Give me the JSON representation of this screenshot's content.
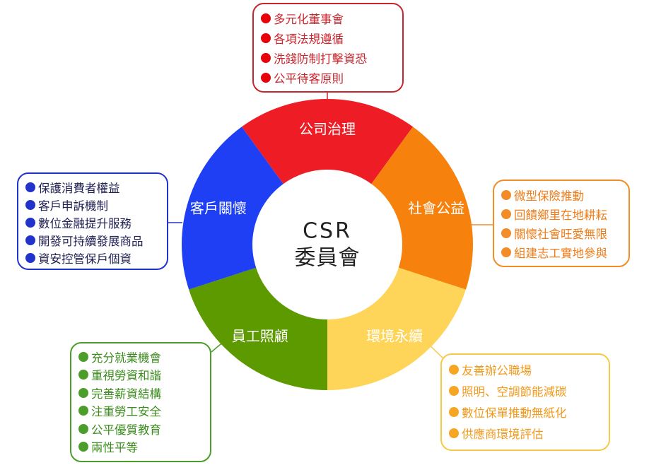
{
  "diagram": {
    "center": {
      "line1": "CSR",
      "line2": "委員會"
    },
    "segments": [
      {
        "key": "governance",
        "label": "公司治理",
        "color": "#ee1c25"
      },
      {
        "key": "community",
        "label": "社會公益",
        "color": "#f6820d"
      },
      {
        "key": "environment",
        "label": "環境永續",
        "color": "#fed558"
      },
      {
        "key": "employee",
        "label": "員工照顧",
        "color": "#5c9a00"
      },
      {
        "key": "customer",
        "label": "客戶關懷",
        "color": "#1f3ff5"
      }
    ],
    "boxes": {
      "governance": {
        "items": [
          "多元化董事會",
          "各項法規遵循",
          "洗錢防制打擊資恐",
          "公平待客原則"
        ]
      },
      "customer": {
        "items": [
          "保護消費者權益",
          "客戶申訴機制",
          "數位金融提升服務",
          "開發可持續發展商品",
          "資安控管保戶個資"
        ]
      },
      "community": {
        "items": [
          "微型保險推動",
          "回饋鄉里在地耕耘",
          "關懷社會旺愛無限",
          "組建志工實地參與"
        ]
      },
      "employee": {
        "items": [
          "充分就業機會",
          "重視勞資和諧",
          "完善薪資結構",
          "注重勞工安全",
          "公平優質教育",
          "兩性平等"
        ]
      },
      "environment": {
        "items": [
          "友善辦公職場",
          "照明、空調節能減碳",
          "數位保單推動無紙化",
          "供應商環境評估"
        ]
      }
    }
  }
}
